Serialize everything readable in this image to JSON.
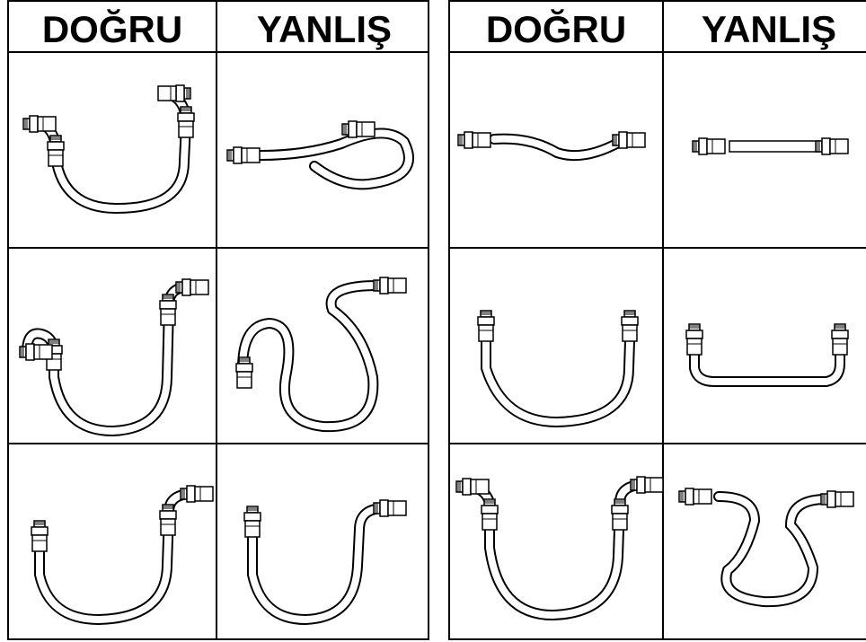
{
  "panels": [
    {
      "left_header": "DOĞRU",
      "right_header": "YANLIŞ"
    },
    {
      "left_header": "DOĞRU",
      "right_header": "YANLIŞ"
    }
  ],
  "line_color": "#000000",
  "background_color": "#ffffff"
}
